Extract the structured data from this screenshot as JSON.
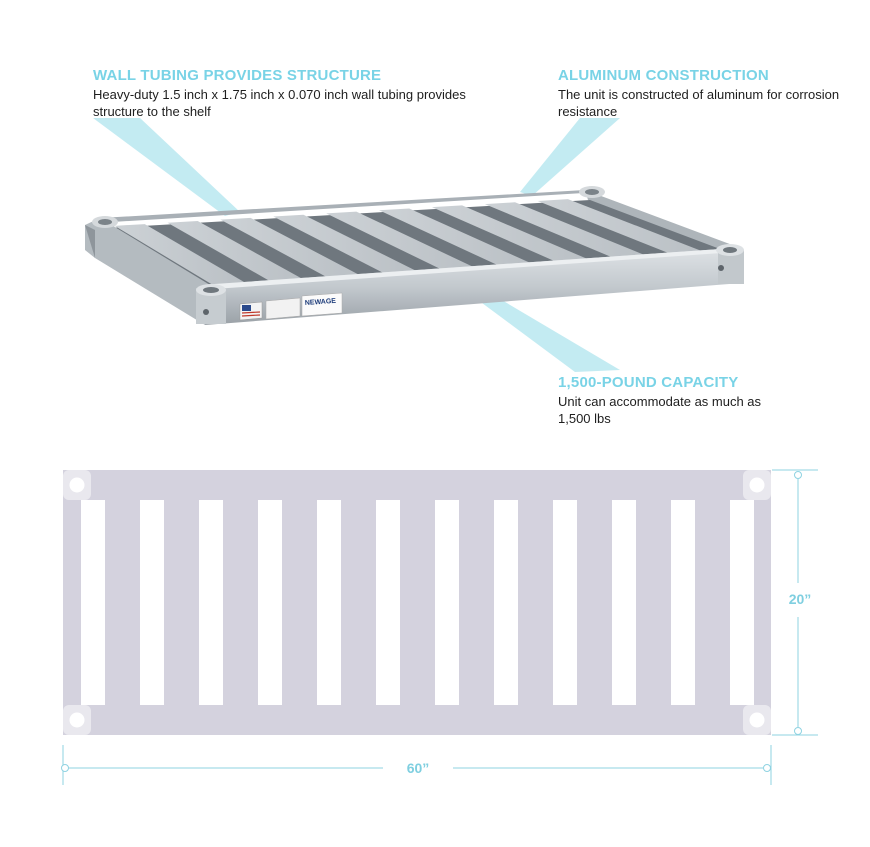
{
  "callouts": {
    "wall_tubing": {
      "title": "WALL TUBING PROVIDES STRUCTURE",
      "body": "Heavy-duty 1.5 inch x 1.75 inch x 0.070 inch wall tubing provides structure to the shelf"
    },
    "aluminum": {
      "title": "ALUMINUM CONSTRUCTION",
      "body": "The unit is constructed of aluminum for corrosion resistance"
    },
    "capacity": {
      "title": "1,500-POUND CAPACITY",
      "body": "Unit can accommodate as much as 1,500 lbs"
    }
  },
  "label": {
    "brand": "NEWAGE"
  },
  "dimensions": {
    "depth": "20”",
    "width": "60”"
  },
  "colors": {
    "accent": "#79d3e6",
    "callout_beam": "#b8e7f0",
    "plan_fill": "#d4d2de",
    "aluminum": "#c9ced3",
    "text": "#1e1e1e"
  }
}
